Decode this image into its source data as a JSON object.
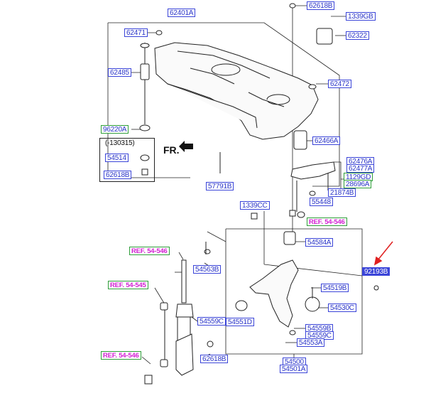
{
  "labels": {
    "p62401A": "62401A",
    "p62618B_top": "62618B",
    "p1339GB": "1339GB",
    "p62322": "62322",
    "p62471": "62471",
    "p62485": "62485",
    "p62472": "62472",
    "p96220A": "96220A",
    "p_date": "(-130315)",
    "p54514": "54514",
    "p62618B_box": "62618B",
    "p62466A": "62466A",
    "p62476A": "62476A",
    "p62477A": "62477A",
    "p1129GD": "1129GD",
    "p28696A": "28696A",
    "p21874B": "21874B",
    "p55448": "55448",
    "p57791B": "57791B",
    "p1339CC": "1339CC",
    "ref_54546_a": "REF. 54-546",
    "p54584A": "54584A",
    "ref_54546_b": "REF. 54-546",
    "p54563B": "54563B",
    "p92193B": "92193B",
    "ref_54545": "REF. 54-545",
    "p54519B": "54519B",
    "p54530C": "54530C",
    "p54559C_l": "54559C",
    "p54551D": "54551D",
    "p54559B": "54559B",
    "p54559C_r": "54559C",
    "p54553A": "54553A",
    "ref_54546_c": "REF. 54-546",
    "p62618B_bot": "62618B",
    "p54500": "54500",
    "p54501A": "54501A"
  },
  "direction_label": "FR.",
  "colors": {
    "label_border_blue": "#3a44d8",
    "label_border_green": "#2f9e3a",
    "ref_text": "#d41fd4",
    "highlight": "#3a44d8",
    "arrow": "#e02020"
  }
}
